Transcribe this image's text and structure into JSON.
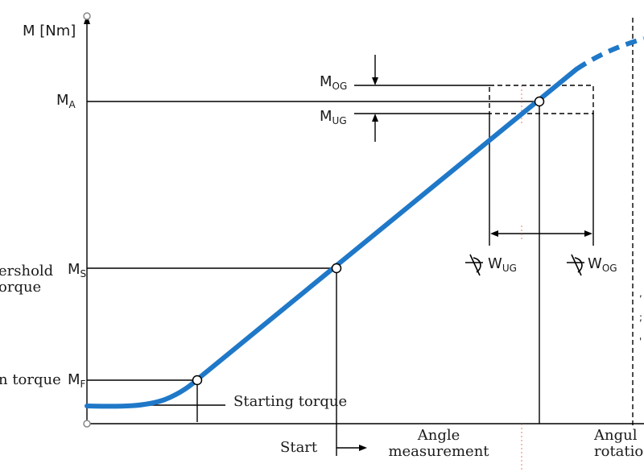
{
  "colors": {
    "curve": "#1f78c8",
    "line": "#000000",
    "marker_tick": "#e06040"
  },
  "icons": {
    "angle_icon": "angle-arc-icon"
  },
  "labels": {
    "y_axis": "M [Nm]",
    "m_og": {
      "main": "M",
      "sub": "OG"
    },
    "m_a": {
      "main": "M",
      "sub": "A"
    },
    "m_ug": {
      "main": "M",
      "sub": "UG"
    },
    "m_s": {
      "main": "M",
      "sub": "S"
    },
    "m_f": {
      "main": "M",
      "sub": "F"
    },
    "threshold_torque_line1": "ershold",
    "threshold_torque_line2": "orque",
    "snug_torque": "n torque",
    "starting_torque": "Starting torque",
    "w_ug": {
      "main": "W",
      "sub": "UG"
    },
    "w_og": {
      "main": "W",
      "sub": "OG"
    },
    "start": "Start",
    "angle_measurement_line1": "Angle",
    "angle_measurement_line2": "measurement",
    "angle_rotation_line1": "Angul",
    "angle_rotation_line2": "rotatio"
  }
}
